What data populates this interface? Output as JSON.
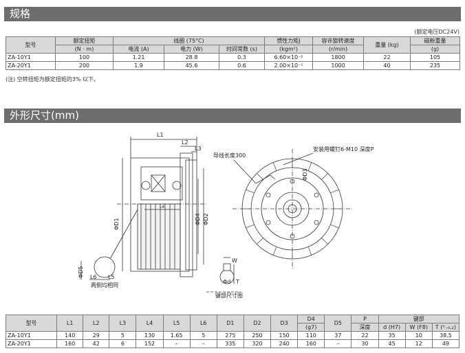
{
  "spec": {
    "title": "规格",
    "voltage_note": "(额定电压DC24V)",
    "headers": {
      "model": "型号",
      "torque": "额定扭矩",
      "torque_unit": "(N · m)",
      "coil": "线圈 (75°C)",
      "current": "电流 (A)",
      "power": "电力 (W)",
      "time_constant": "时间常数 (s)",
      "inertia": "惯性力矩J",
      "inertia_unit": "(kgm²)",
      "speed": "容许旋转速度",
      "speed_unit": "(r/min)",
      "weight": "重量 (kg)",
      "powder": "磁粉重量",
      "powder_unit": "(g)"
    },
    "rows": [
      {
        "model": "ZA-10Y1",
        "torque": "100",
        "current": "1.21",
        "power": "28.8",
        "tc": "0.3",
        "inertia": "6.60×10⁻²",
        "speed": "1800",
        "weight": "22",
        "powder": "105"
      },
      {
        "model": "ZA-20Y1",
        "torque": "200",
        "current": "1.9",
        "power": "45.6",
        "tc": "0.6",
        "inertia": "2.00×10⁻¹",
        "speed": "1000",
        "weight": "40",
        "powder": "235"
      }
    ],
    "footnote": "(注) 空转扭矩为额定扭矩的3% 以下。"
  },
  "dims": {
    "title": "外形尺寸(mm)",
    "drawing": {
      "L1": "L1",
      "L2": "L2",
      "L3": "L3",
      "L4": "L4",
      "L5": "L5",
      "L6": "L6",
      "D1": "ΦD1",
      "D2": "ΦD2",
      "D3": "ΦD3",
      "D4": "ΦD4",
      "D5": "ΦD5",
      "lead": "导线长度300",
      "screw": "安装用螺钉6-M10 深度P",
      "both_sides": "两侧均相同",
      "key_label": "键部尺寸图",
      "W": "W",
      "T": "T",
      "d": "Φd"
    },
    "headers": {
      "model": "型号",
      "L1": "L1",
      "L2": "L2",
      "L3": "L3",
      "L4": "L4",
      "L5": "L5",
      "L6": "L6",
      "D1": "D1",
      "D2": "D2",
      "D3": "D3",
      "D4": "D4",
      "D4_unit": "(g7)",
      "D5": "D5",
      "P": "P",
      "P_sub": "深度",
      "key": "键部",
      "key_d": "d (H7)",
      "key_w": "W (F8)",
      "key_t": "T (⁰₋₀.₂)"
    },
    "rows": [
      {
        "model": "ZA-10Y1",
        "L1": "140",
        "L2": "29",
        "L3": "5",
        "L4": "130",
        "L5": "1.65",
        "L6": "5",
        "D1": "275",
        "D2": "250",
        "D3": "150",
        "D4": "110",
        "D5": "37",
        "P": "22",
        "d": "35",
        "W": "10",
        "T": "38.5"
      },
      {
        "model": "ZA-20Y1",
        "L1": "160",
        "L2": "42",
        "L3": "6",
        "L4": "152",
        "L5": "–",
        "L6": "–",
        "D1": "335",
        "D2": "320",
        "D3": "240",
        "D4": "160",
        "D5": "–",
        "P": "30",
        "d": "45",
        "W": "12",
        "T": "49"
      }
    ]
  }
}
